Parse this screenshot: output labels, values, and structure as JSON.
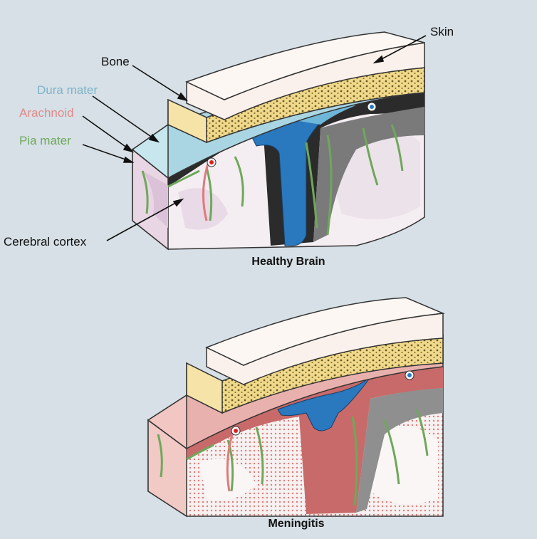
{
  "labels": {
    "skin": "Skin",
    "bone": "Bone",
    "dura": "Dura mater",
    "arachnoid": "Arachnoid",
    "pia": "Pia mater",
    "cortex": "Cerebral cortex"
  },
  "captions": {
    "healthy": "Healthy Brain",
    "meningitis": "Meningitis"
  },
  "colors": {
    "background": "#d6e0e6",
    "skin": "#fbeee9",
    "bone": "#f4e0a0",
    "bone_pores": "#6b5a2a",
    "dura_label": "#7fb3c8",
    "arachnoid_label": "#e28a8a",
    "pia_label": "#6ea85a",
    "csf_blue": "#1f6fb0",
    "brain": "#f6f0f4",
    "inflamed": "#e8a39d"
  }
}
